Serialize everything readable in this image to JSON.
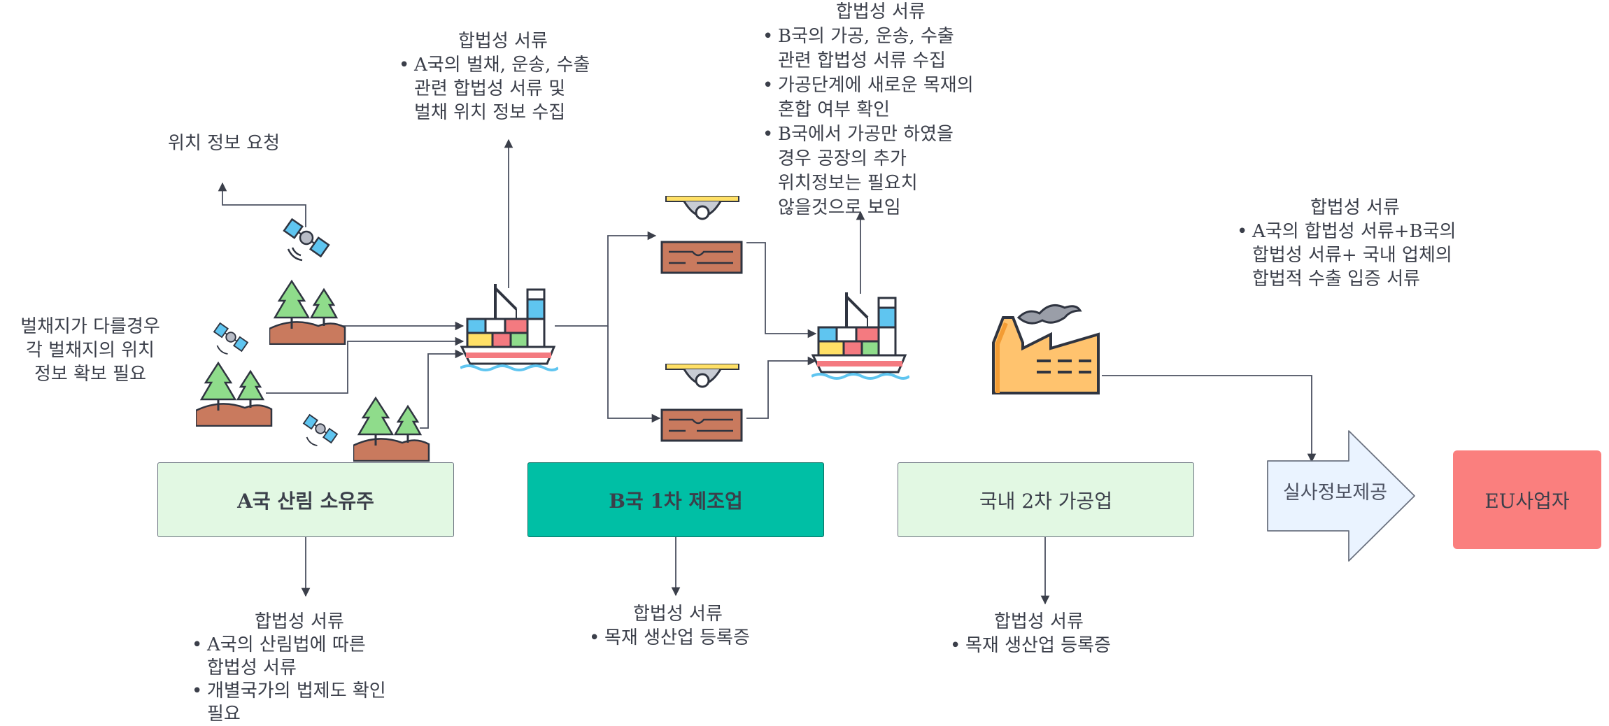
{
  "location_request": {
    "label": "위치 정보 요청"
  },
  "note_multiple_sites": {
    "lines": [
      "벌채지가 다를경우",
      "각 벌채지의 위치",
      "정보 확보 필요"
    ]
  },
  "top_center_note": {
    "title": "합법성 서류",
    "lines": [
      {
        "text": "A국의 벌채, 운송, 수출",
        "bullet": true
      },
      {
        "text": "관련 합법성 서류 및",
        "bullet": false
      },
      {
        "text": "벌채 위치 정보 수집",
        "bullet": false
      }
    ]
  },
  "top_right_note": {
    "title": "합법성 서류",
    "lines": [
      {
        "text": "B국의 가공, 운송, 수출",
        "bullet": true
      },
      {
        "text": "관련 합법성 서류 수집",
        "bullet": false
      },
      {
        "text": "가공단계에 새로운 목재의",
        "bullet": true
      },
      {
        "text": "혼합 여부 확인",
        "bullet": false
      },
      {
        "text": "B국에서 가공만 하였을",
        "bullet": true
      },
      {
        "text": "경우 공장의 추가",
        "bullet": false
      },
      {
        "text": "위치정보는 필요치",
        "bullet": false
      },
      {
        "text": "않을것으로 보임",
        "bullet": false
      }
    ]
  },
  "far_right_note": {
    "title": "합법성 서류",
    "lines": [
      {
        "text": "A국의 합법성 서류+B국의",
        "bullet": true
      },
      {
        "text": "합법성 서류+ 국내 업체의",
        "bullet": false
      },
      {
        "text": "합법적 수출 입증 서류",
        "bullet": false
      }
    ]
  },
  "boxes": {
    "a_forest_owner": {
      "label": "A국 산림 소유주",
      "color": "#e2f8e3",
      "border": "#6b7280"
    },
    "b_manufacturer": {
      "label": "B국 1차 제조업",
      "color": "#00bfa5",
      "border": "#0d6f63"
    },
    "domestic_processor": {
      "label": "국내 2차 가공업",
      "color": "#e2f8e3",
      "border": "#6b7280"
    },
    "eu_operator": {
      "label": "EU사업자",
      "color": "#fa7f7e"
    }
  },
  "arrow_shape": {
    "label": "실사정보제공",
    "color": "#eaf3ff"
  },
  "bottom_a_note": {
    "title": "합법성 서류",
    "lines": [
      {
        "text": "A국의 산림법에 따른",
        "bullet": true
      },
      {
        "text": "합법성 서류",
        "bullet": false
      },
      {
        "text": "개별국가의 법제도 확인",
        "bullet": true
      },
      {
        "text": "필요",
        "bullet": false
      }
    ]
  },
  "bottom_b_note": {
    "title": "합법성 서류",
    "lines": [
      {
        "text": "목재 생산업 등록증",
        "bullet": true
      }
    ]
  },
  "bottom_domestic_note": {
    "title": "합법성 서류",
    "lines": [
      {
        "text": "목재 생산업 등록증",
        "bullet": true
      }
    ]
  },
  "icons": {
    "forest": "forest-icon",
    "satellite": "satellite-icon",
    "ship": "cargo-ship-icon",
    "sawmill": "sawmill-icon",
    "factory": "factory-icon"
  }
}
